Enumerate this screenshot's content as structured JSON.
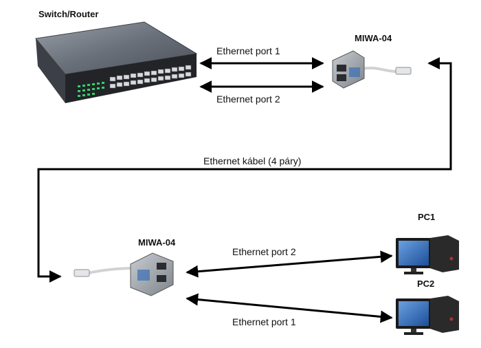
{
  "devices": {
    "switch_label": "Switch/Router",
    "adapter_top_label": "MIWA-04",
    "adapter_bottom_label": "MIWA-04",
    "pc1_label": "PC1",
    "pc2_label": "PC2"
  },
  "links": {
    "top_port1": "Ethernet port 1",
    "top_port2": "Ethernet port 2",
    "cable": "Ethernet kábel (4 páry)",
    "bottom_port2": "Ethernet port 2",
    "bottom_port1": "Ethernet port 1"
  }
}
